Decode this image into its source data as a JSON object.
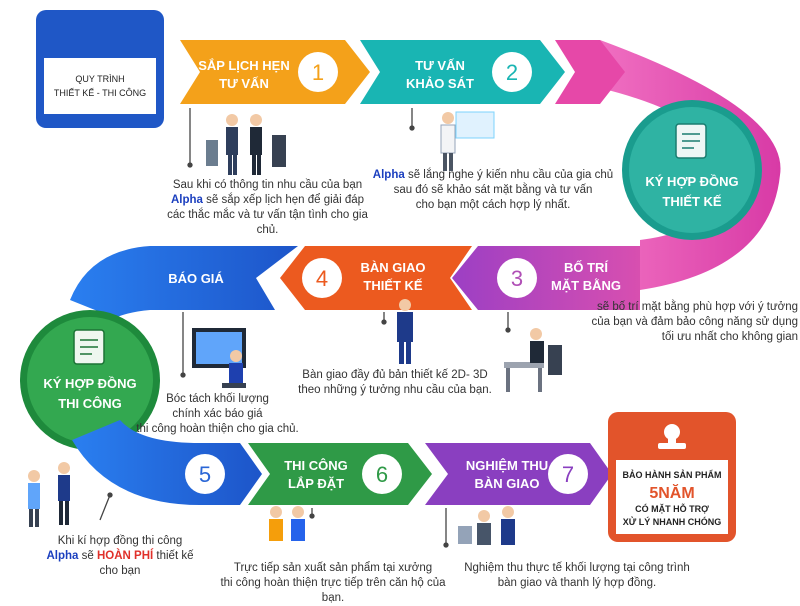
{
  "title_card": {
    "line1": "QUY TRÌNH",
    "line2": "THIẾT KẾ - THI CÔNG"
  },
  "colors": {
    "step1": "#f4a11a",
    "step2": "#19b5b3",
    "purple": "#b04fb6",
    "pink": "#e648a8",
    "green": "#2f9a47",
    "blue": "#2a66d6",
    "orange": "#ec5a1f",
    "violet": "#8a3fc0",
    "title_blue": "#1f57c6",
    "warranty": "#e2542b"
  },
  "steps": [
    {
      "label1": "SẮP LỊCH HẸN",
      "label2": "TƯ VẤN",
      "num": "1"
    },
    {
      "label1": "TƯ VẤN",
      "label2": "KHẢO SÁT",
      "num": "2"
    },
    {
      "label1": "BỐ TRÍ",
      "label2": "MẶT BẰNG",
      "num": "3"
    },
    {
      "label1": "BÀN GIAO",
      "label2": "THIẾT KẾ",
      "num": "4"
    },
    {
      "label1": "BÁO GIÁ",
      "label2": "",
      "num": ""
    },
    {
      "label1": "",
      "label2": "",
      "num": "5"
    },
    {
      "label1": "THI CÔNG",
      "label2": "LẮP ĐẶT",
      "num": "6"
    },
    {
      "label1": "NGHIỆM THU",
      "label2": "BÀN GIAO",
      "num": "7"
    }
  ],
  "circles": {
    "design_contract": {
      "line1": "KÝ HỢP ĐỒNG",
      "line2": "THIẾT KẾ"
    },
    "build_contract": {
      "line1": "KÝ HỢP ĐỒNG",
      "line2": "THI CÔNG"
    }
  },
  "desc": {
    "d1": {
      "l1": "Sau khi có thông tin nhu cầu của bạn",
      "brand": "Alpha",
      "l2": " sẽ sắp xếp lịch hẹn để giải đáp",
      "l3": "các thắc mắc và tư vấn tận tình cho gia chủ."
    },
    "d2": {
      "brand": "Alpha",
      "l1": " sẽ lắng nghe ý kiến nhu cầu của gia chủ",
      "l2": "sau đó sẽ khảo sát mặt bằng và tư vấn",
      "l3": "cho bạn một cách hợp lý nhất."
    },
    "d3": {
      "l1": "sẽ bố trí mặt bằng phù hợp với ý tưởng",
      "l2": "của bạn và đảm bảo công năng sử dụng",
      "l3": "tối ưu nhất cho không gian"
    },
    "d4": {
      "l1": "Bàn giao đầy đủ bản thiết kế 2D- 3D",
      "l2": "theo những ý tưởng nhu cầu của bạn."
    },
    "d5": {
      "l1": "Bóc tách khối lượng",
      "l2": "chính xác báo giá",
      "l3": "thi công hoàn thiện cho gia chủ."
    },
    "d6": {
      "l1": "Khi kí hợp đồng thi công",
      "brand": "Alpha",
      "l2a": " sẽ ",
      "red": "HOÀN PHÍ",
      "l2b": " thiết kế",
      "l3": "cho bạn"
    },
    "d7": {
      "l1": "Trực tiếp sản xuất sản phẩm tại xưởng",
      "l2": "thi công hoàn thiện trực tiếp trên căn hộ của bạn."
    },
    "d8": {
      "l1": "Nghiệm thu thực tế khối lượng tại công trình",
      "l2": "bàn giao và thanh lý hợp đồng."
    }
  },
  "warranty": {
    "line1": "BẢO HÀNH SẢN PHẨM",
    "big": "5NĂM",
    "line2": "CÓ MẶT HỖ TRỢ",
    "line3": "XỬ LÝ NHANH CHÓNG"
  }
}
